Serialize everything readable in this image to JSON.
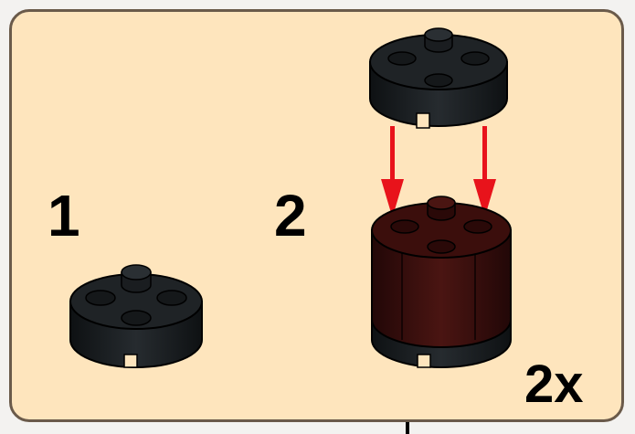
{
  "instruction": {
    "steps": [
      {
        "number": "1"
      },
      {
        "number": "2"
      }
    ],
    "quantity": "2x"
  },
  "colors": {
    "panel_background": "#fee5bd",
    "panel_border": "#6a5a4a",
    "plate_black": "#1b1f22",
    "plate_dark_red": "#3b0e0c",
    "arrow_red": "#e8131b"
  },
  "icons": [
    "round-plate-icon",
    "stacked-plates-icon",
    "down-arrow-icon"
  ]
}
